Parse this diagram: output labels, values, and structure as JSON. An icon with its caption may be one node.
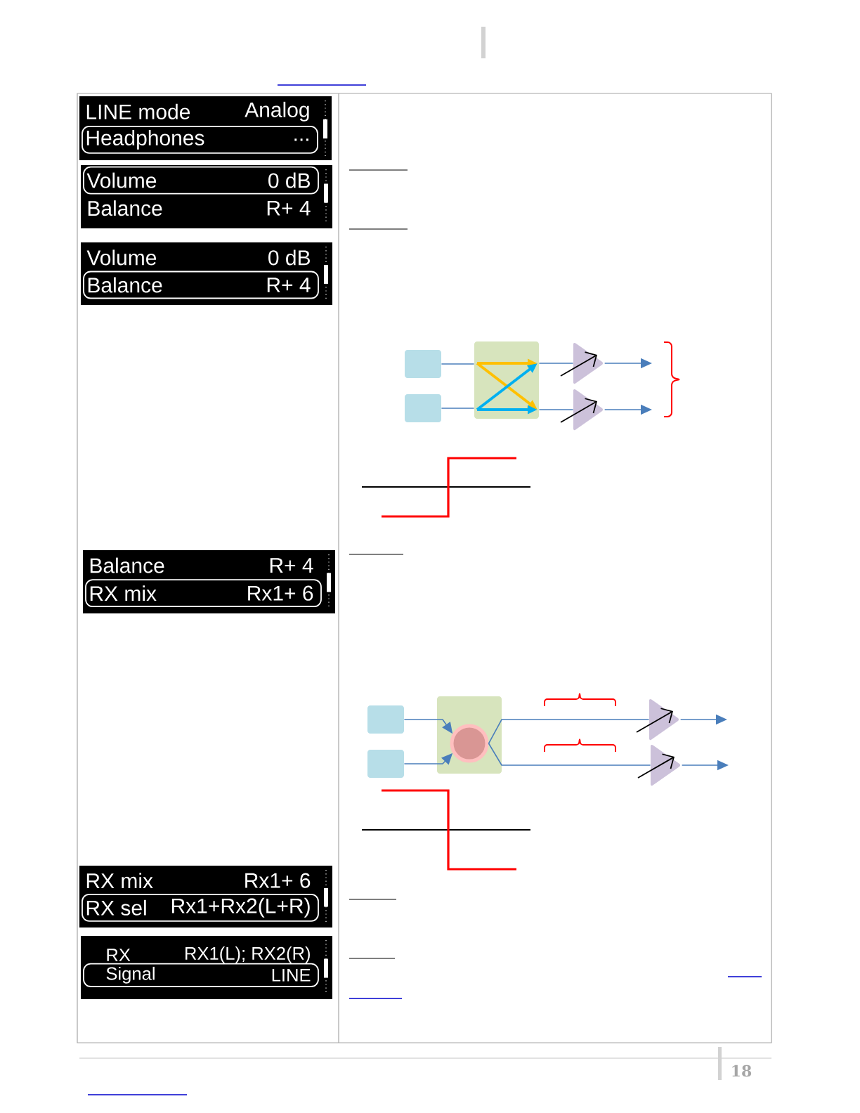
{
  "diagram": {
    "nodes": [
      {
        "text": [
          "LINE mode",
          "Analog",
          "Headphones",
          "..."
        ]
      },
      {
        "text": [
          "Volume",
          "0 dB",
          "Balance",
          "R+ 4"
        ]
      },
      {
        "text": [
          "Volume",
          "0 dB",
          "Balance",
          "R+ 4"
        ]
      },
      {
        "text": [
          "Balance",
          "R+ 4",
          "RX mix",
          "Rx1+ 6"
        ]
      },
      {
        "text": [
          "RX mix",
          "Rx1+ 6",
          "RX sel",
          "Rx1+Rx2(L+R)"
        ]
      },
      {
        "text": [
          "RX",
          "RX1(L); RX2(R)",
          "Signal",
          "LINE"
        ]
      },
      {
        "text": [],
        "shape": "box"
      },
      {
        "text": [],
        "shape": "box"
      },
      {
        "text": [],
        "shape": "box"
      },
      {
        "text": [],
        "shape": "triangle"
      },
      {
        "text": [],
        "shape": "triangle"
      },
      {
        "text": [],
        "shape": "box"
      },
      {
        "text": [],
        "shape": "box"
      },
      {
        "text": [],
        "shape": "box"
      },
      {
        "text": [],
        "shape": "circle",
        "in": 13
      },
      {
        "text": [],
        "shape": "triangle"
      },
      {
        "text": [],
        "shape": "triangle"
      }
    ],
    "edges": [
      {
        "from": 6,
        "to": 8,
        "arrow": "none"
      },
      {
        "from": 7,
        "to": 8,
        "arrow": "none"
      },
      {
        "from": 8,
        "to": 9,
        "arrow": "none"
      },
      {
        "from": 8,
        "to": 10,
        "arrow": "none"
      },
      {
        "from": 9,
        "to": null,
        "arrow": "to"
      },
      {
        "from": 10,
        "to": null,
        "arrow": "to"
      },
      {
        "from": 11,
        "to": 14,
        "arrow": "to"
      },
      {
        "from": 12,
        "to": 14,
        "arrow": "to"
      },
      {
        "from": 14,
        "to": 15,
        "arrow": "none"
      },
      {
        "from": 14,
        "to": 16,
        "arrow": "none"
      },
      {
        "from": 15,
        "to": null,
        "arrow": "to"
      },
      {
        "from": 16,
        "to": null,
        "arrow": "to"
      }
    ],
    "labels": [
      "18"
    ]
  }
}
